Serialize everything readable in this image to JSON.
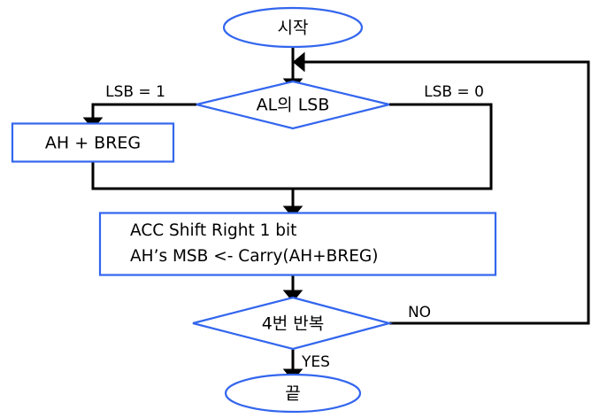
{
  "diagram": {
    "title": "Shift-and-Add Multiplication Flowchart",
    "colors": {
      "node_stroke": "#3366ee",
      "connector": "#000000",
      "text": "#000000",
      "background": "#ffffff"
    },
    "nodes": {
      "start": {
        "label": "시작",
        "type": "terminator"
      },
      "decision_lsb": {
        "label": "AL의 LSB",
        "type": "decision"
      },
      "add_breg": {
        "label": "AH + BREG",
        "type": "process"
      },
      "shift": {
        "type": "process",
        "line1": "ACC Shift Right 1 bit",
        "line2": "AH’s MSB <- Carry(AH+BREG)"
      },
      "decision_loop": {
        "label": "4번 반복",
        "type": "decision"
      },
      "end": {
        "label": "끝",
        "type": "terminator"
      }
    },
    "edge_labels": {
      "lsb_one": "LSB = 1",
      "lsb_zero": "LSB = 0",
      "loop_no": "NO",
      "loop_yes": "YES"
    }
  }
}
